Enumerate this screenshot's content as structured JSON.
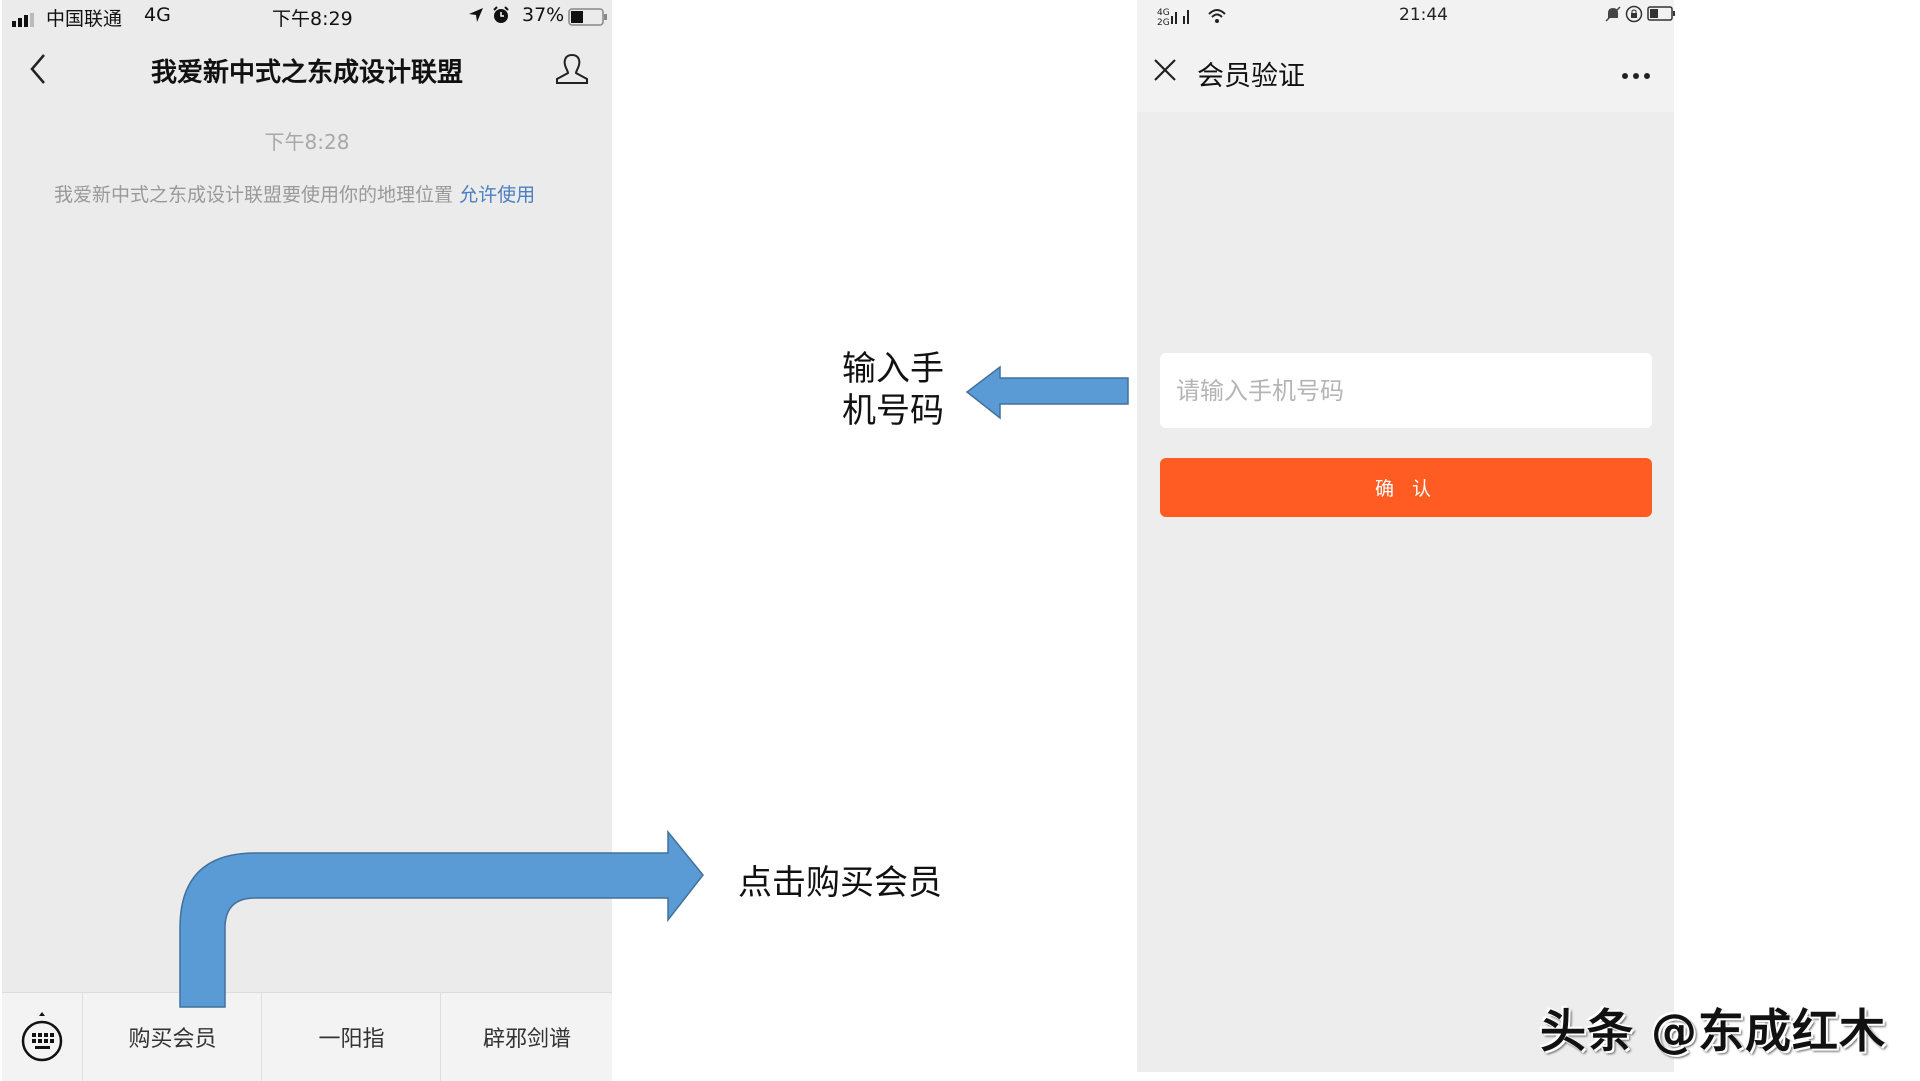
{
  "left_phone": {
    "status_bar": {
      "carrier": "中国联通",
      "network": "4G",
      "time": "下午8:29",
      "battery": "37%"
    },
    "header": {
      "back_icon": "chevron-left",
      "title": "我爱新中式之东成设计联盟",
      "profile_icon": "person-outline"
    },
    "chat": {
      "timestamp": "下午8:28",
      "location_notice": "我爱新中式之东成设计联盟要使用你的地理位置",
      "allow_link": "允许使用"
    },
    "bottom_menu": {
      "keyboard_icon": "keyboard",
      "items": [
        {
          "label": "购买会员"
        },
        {
          "label": "一阳指"
        },
        {
          "label": "辟邪剑谱"
        }
      ]
    }
  },
  "right_phone": {
    "status_bar": {
      "signal": "4G 2G",
      "time": "21:44"
    },
    "header": {
      "close_icon": "x",
      "title": "会员验证",
      "more_icon": "ellipsis"
    },
    "form": {
      "phone_placeholder": "请输入手机号码",
      "phone_value": "",
      "confirm_label": "确 认"
    }
  },
  "annotations": {
    "click_buy": "点击购买会员",
    "enter_phone_line1": "输入手",
    "enter_phone_line2": "机号码",
    "arrow_color": "#5b9bd5",
    "arrow_border": "#41719c"
  },
  "watermark": "头条 @东成红木"
}
